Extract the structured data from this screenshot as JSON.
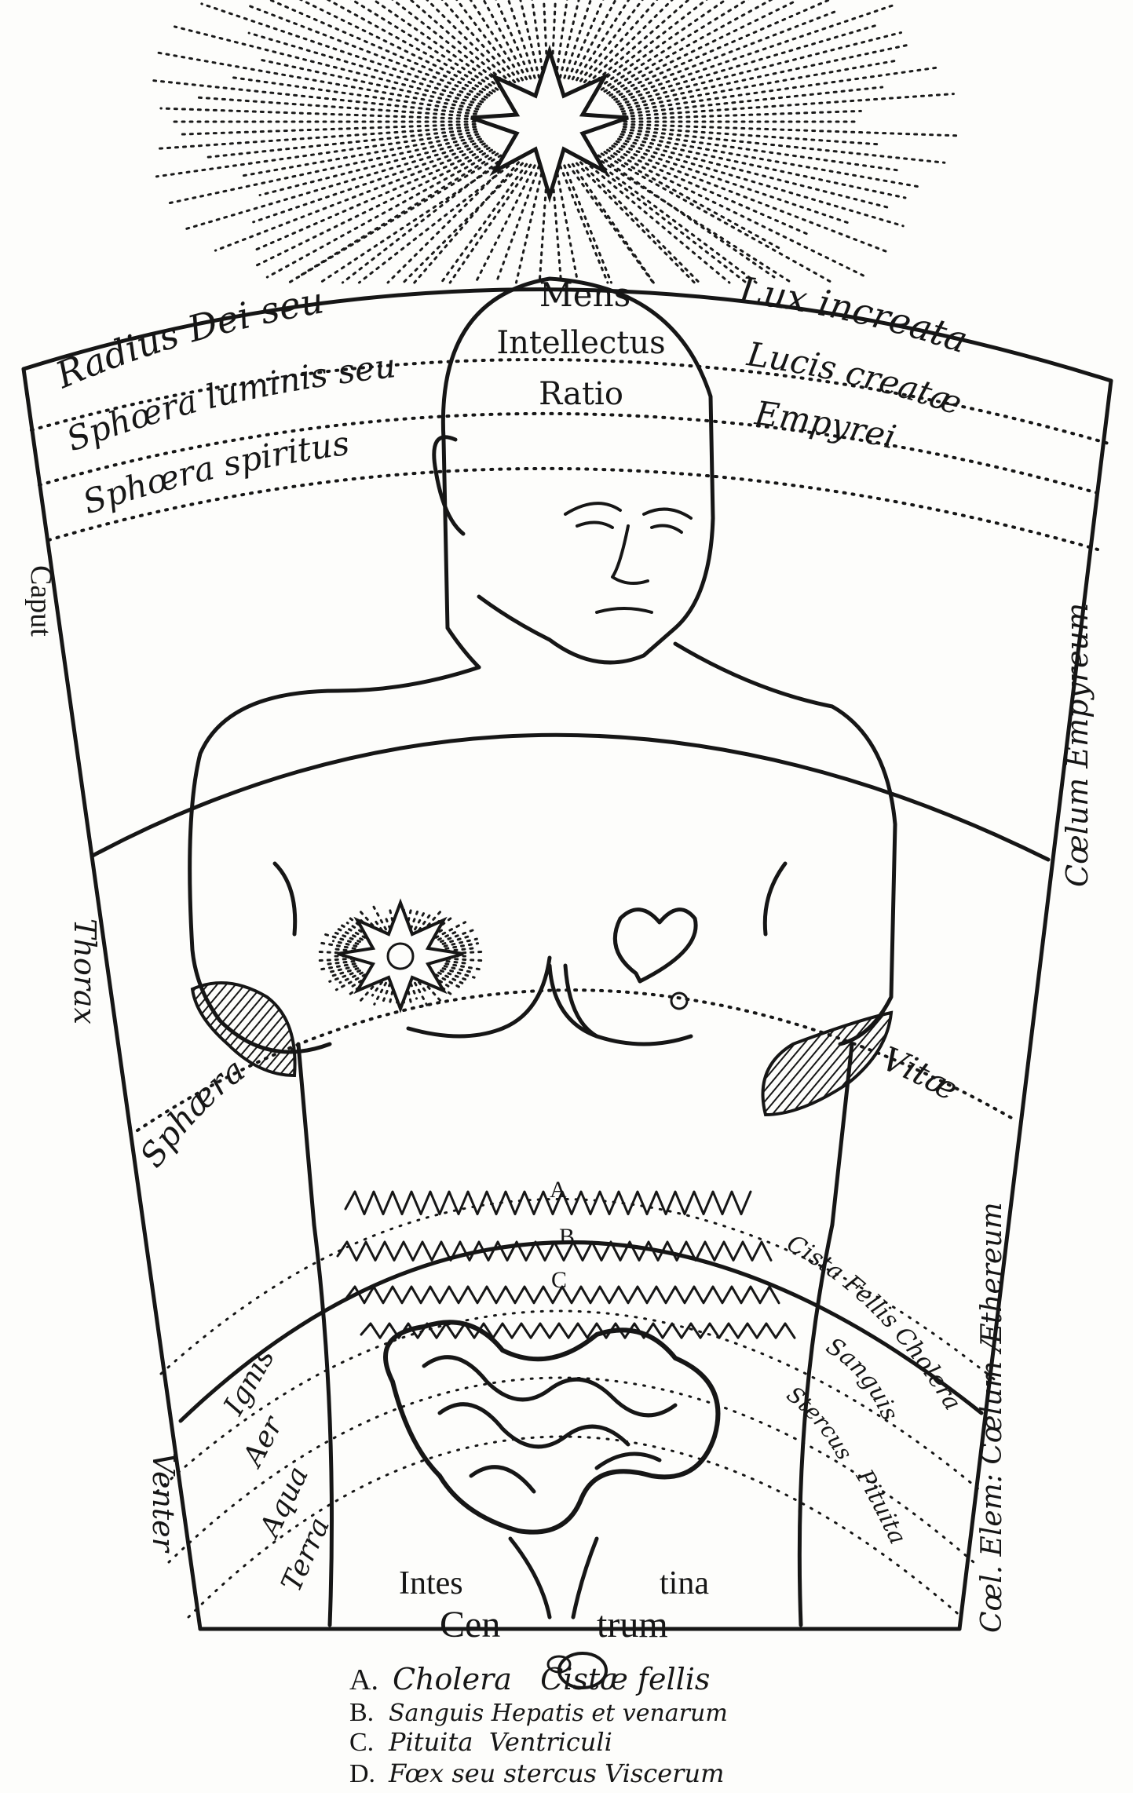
{
  "bands": {
    "left": [
      "Radius Dei seu",
      "Sphœra luminis seu",
      "Sphœra spiritus"
    ],
    "center": [
      "Mens",
      "Intellectus",
      "Ratio"
    ],
    "right": [
      "Lux increata",
      "Lucis creatæ",
      "Empyrei"
    ]
  },
  "side_labels": {
    "caput": "Caput",
    "thorax": "Thorax",
    "venter": "Venter",
    "coelum_empyreum": "Cœlum Empyreum",
    "coelum_aethereum": "Cœl. Elem: Cœlum Æthereum"
  },
  "sphaera_vitae": {
    "left": "Sphæra",
    "right": "Vitæ"
  },
  "markers": {
    "a": "A",
    "b": "B",
    "c": "C"
  },
  "elements_left": [
    "Ignis",
    "Aer",
    "Aqua",
    "Terra"
  ],
  "humours_right": [
    "Cista Fellis Cholera",
    "Sanguis",
    "Pituita",
    "Stercus"
  ],
  "intestina": {
    "left": "Intes",
    "right": "tina"
  },
  "centrum": {
    "left": "Cen",
    "right": "trum"
  },
  "legend": [
    {
      "letter": "A.",
      "text": "Cholera   Cistæ fellis"
    },
    {
      "letter": "B.",
      "text": "Sanguis Hepatis et venarum"
    },
    {
      "letter": "C.",
      "text": "Pituita  Ventriculi"
    },
    {
      "letter": "D.",
      "text": "Fœx seu stercus Viscerum"
    }
  ]
}
